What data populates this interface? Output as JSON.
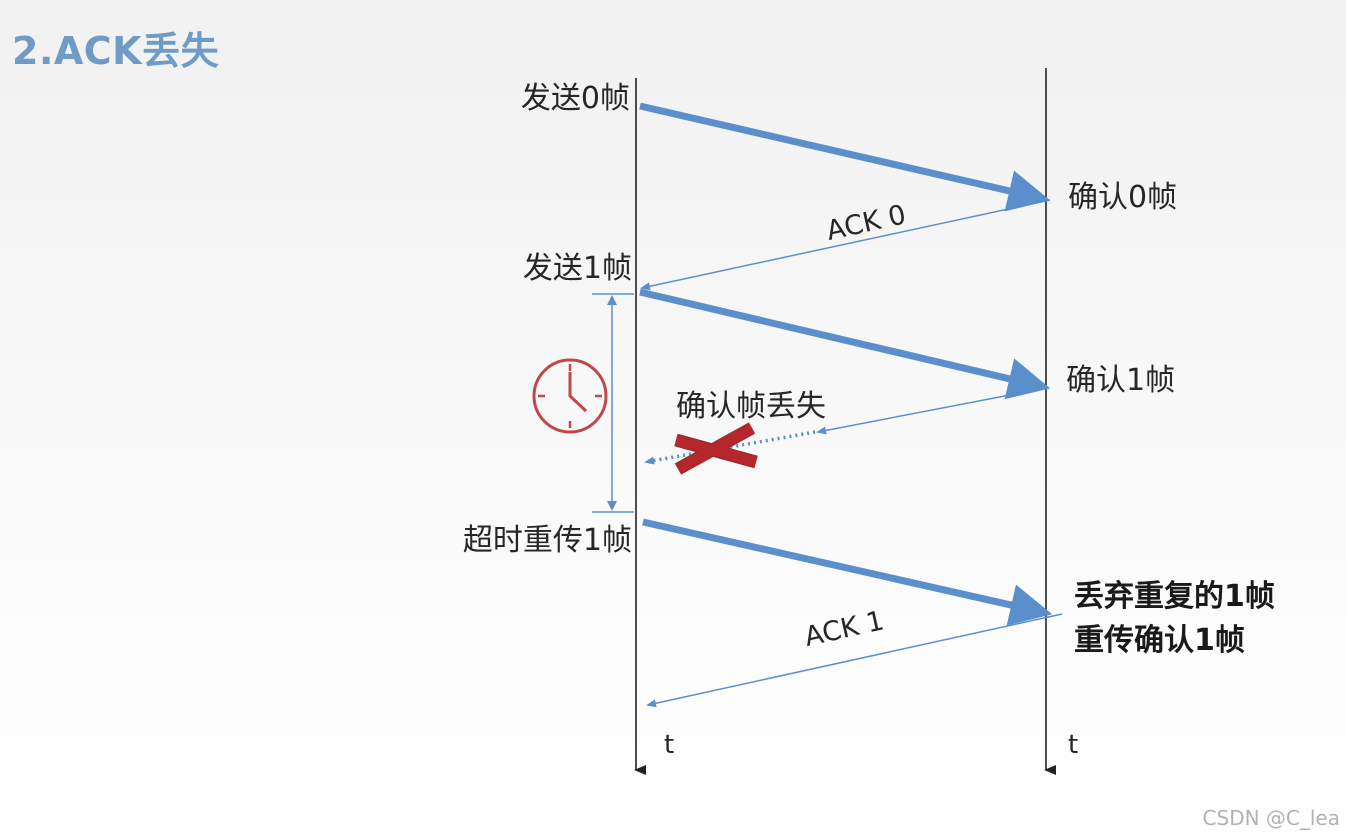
{
  "title": "2.ACK丢失",
  "sender_labels": {
    "send0": "发送0帧",
    "send1": "发送1帧",
    "retransmit": "超时重传1帧"
  },
  "receiver_labels": {
    "confirm0": "确认0帧",
    "confirm1": "确认1帧",
    "discard_line1": "丢弃重复的1帧",
    "discard_line2": "重传确认1帧"
  },
  "ack_labels": {
    "ack0": "ACK 0",
    "ack1": "ACK 1",
    "lost": "确认帧丢失"
  },
  "axis_labels": {
    "sender_t": "t",
    "receiver_t": "t"
  },
  "colors": {
    "arrow": "#5b8fcb",
    "cross": "#b5272d",
    "timer": "#c0474a"
  },
  "icons": [
    "clock-icon",
    "cross-icon"
  ],
  "watermark": "CSDN @C_lea"
}
